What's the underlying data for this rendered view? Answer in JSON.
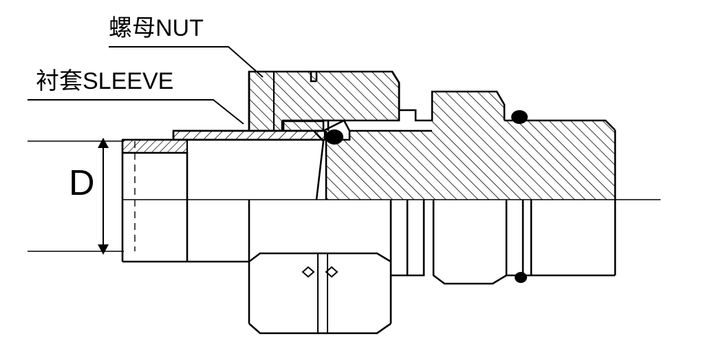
{
  "diagram": {
    "title": "Hydraulic tube fitting cross-section drawing",
    "background_color": "#ffffff",
    "line_color": "#000000",
    "hatch_color": "#000000",
    "labels": {
      "nut": "螺母NUT",
      "sleeve": "衬套SLEEVE",
      "diameter": "D"
    },
    "annotations": [
      {
        "name": "nut-leader",
        "text": "螺母NUT",
        "points": "underline from (158,68) to (332,68) then leader to (380,112)"
      },
      {
        "name": "sleeve-leader",
        "text": "衬套SLEEVE",
        "points": "underline from (52,145) to (310,145) then leader to (352,178)"
      },
      {
        "name": "diameter-dimension",
        "text": "D",
        "points": "vertical arrow between y=205 and y=365 at x=150"
      }
    ]
  }
}
